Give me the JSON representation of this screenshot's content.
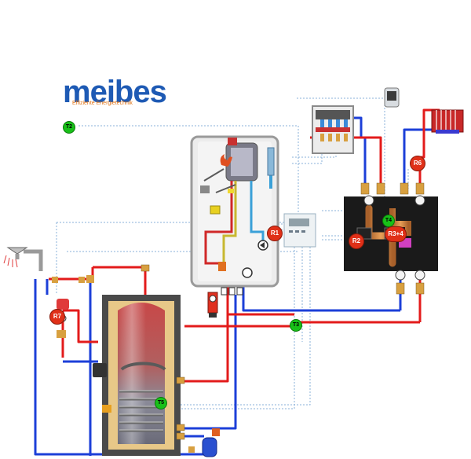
{
  "brand": {
    "name": "meibes",
    "tagline": "Effiziente Energietechnik",
    "color": "#1e5ab4",
    "tagline_color": "#e07010"
  },
  "sensors": {
    "t2": "T2",
    "t3": "T3",
    "t4": "T4",
    "t5": "T5"
  },
  "relays": {
    "r1": "R1",
    "r2": "R2",
    "r3_4": "R3+4",
    "r6": "R6",
    "r7": "R7"
  },
  "colors": {
    "hot": "#e31b1b",
    "cold": "#1c3fd8",
    "signal": "#8ab0d8",
    "sensor": "#18c018",
    "relay": "#e03018"
  }
}
